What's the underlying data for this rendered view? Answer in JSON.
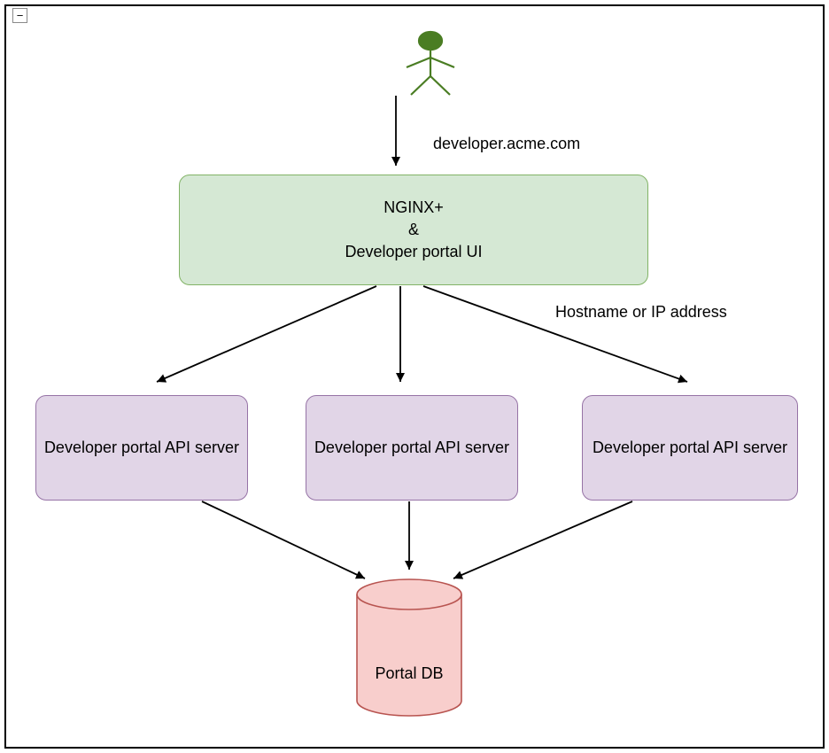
{
  "diagram": {
    "collapse_icon": "−",
    "edge_labels": {
      "domain": "developer.acme.com",
      "hostname": "Hostname or IP address"
    },
    "nodes": {
      "nginx": {
        "lines": [
          "NGINX+",
          "&",
          "Developer portal UI"
        ]
      },
      "api_servers": [
        "Developer portal API server",
        "Developer portal API server",
        "Developer portal API server"
      ],
      "db": "Portal DB"
    },
    "colors": {
      "nginx_fill": "#d5e8d4",
      "nginx_stroke": "#82b366",
      "api_fill": "#e1d5e7",
      "api_stroke": "#9673a6",
      "db_fill": "#f8cecc",
      "db_stroke": "#b85450",
      "actor": "#4a7d23",
      "arrow": "#000000"
    }
  }
}
